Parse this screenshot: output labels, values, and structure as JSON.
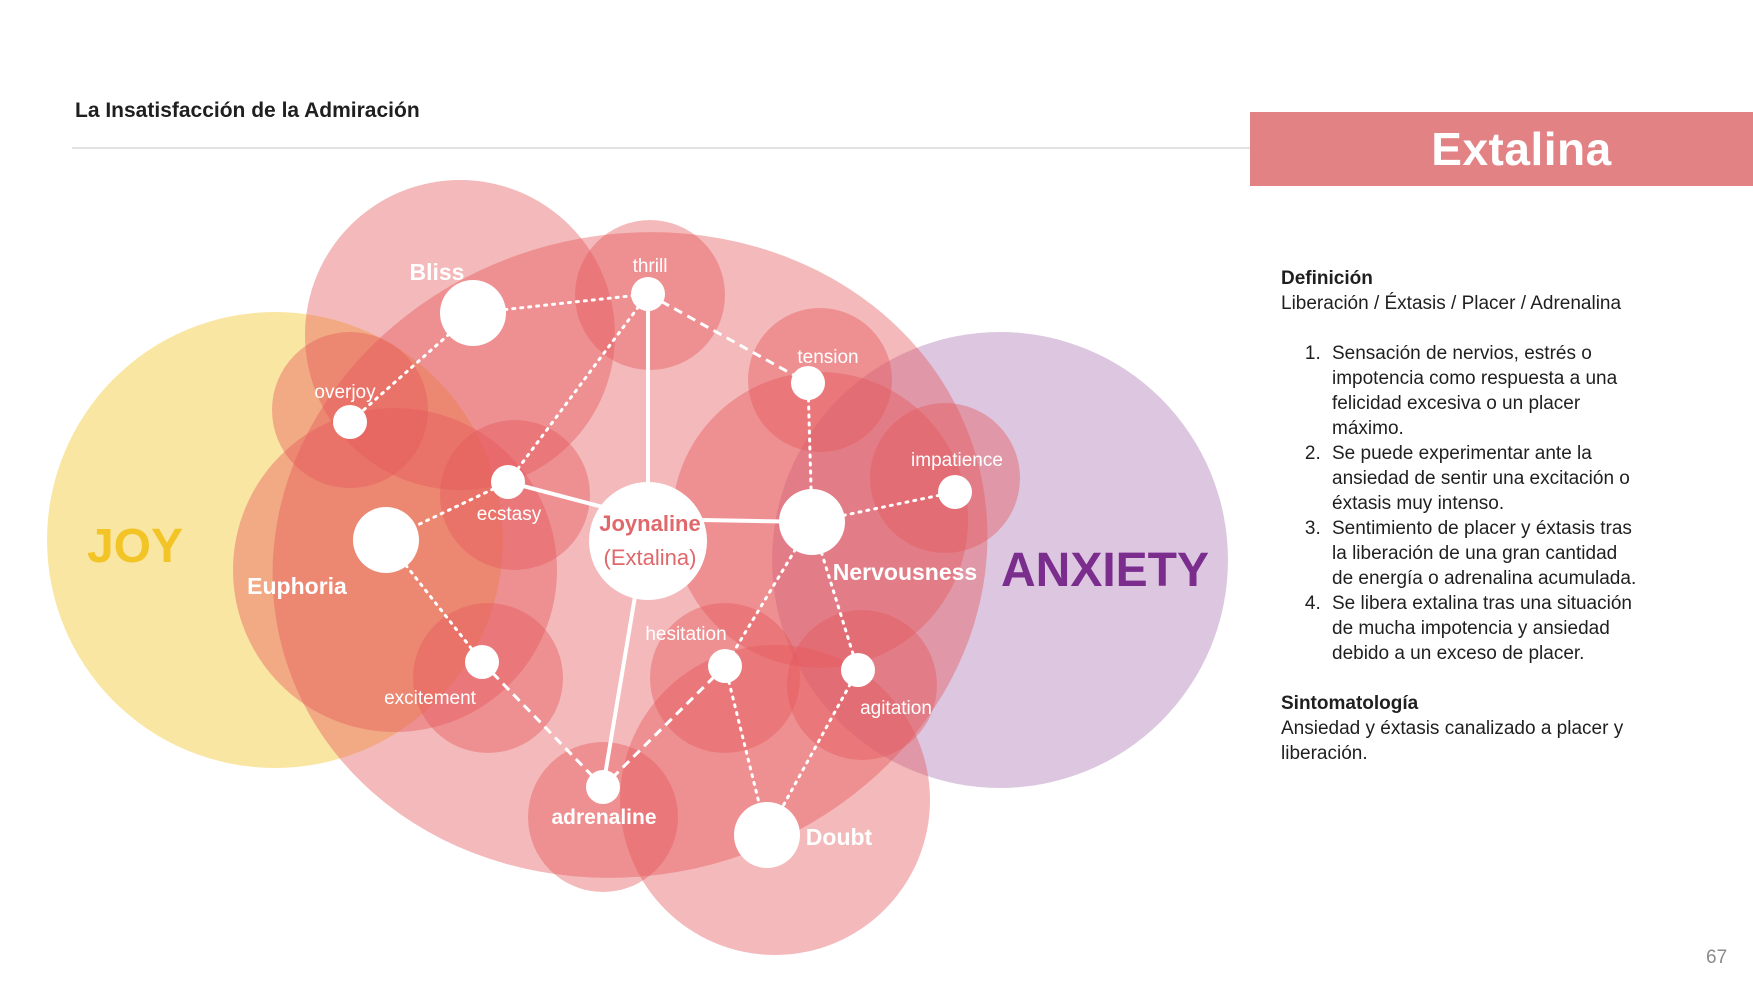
{
  "header": {
    "title": "La Insatisfacción de la Admiración"
  },
  "banner": {
    "title": "Extalina"
  },
  "diagram": {
    "big_labels": {
      "joy": "JOY",
      "anxiety": "ANXIETY"
    },
    "center": {
      "line1": "Joynaline",
      "line2": "(Extalina)"
    },
    "nodes": {
      "bliss": "Bliss",
      "thrill": "thrill",
      "tension": "tension",
      "overjoy": "overjoy",
      "impatience": "impatience",
      "ecstasy": "ecstasy",
      "euphoria": "Euphoria",
      "nervousness": "Nervousness",
      "hesitation": "hesitation",
      "excitement": "excitement",
      "agitation": "agitation",
      "adrenaline": "adrenaline",
      "doubt": "Doubt"
    },
    "colors": {
      "joy": "#fae6a3",
      "anxiety": "#dcc6e0",
      "cluster": "#e5575a",
      "joy_text": "#f2c425",
      "anxiety_text": "#7b2d8e",
      "center_text": "#e0676a"
    }
  },
  "panel": {
    "definicion_heading": "Definición",
    "definicion_text": "Liberación / Éxtasis / Placer / Adrenalina",
    "items": [
      "Sensación de nervios, estrés o impotencia como respuesta a una felicidad excesiva o un placer máximo.",
      "Se puede experimentar ante la ansiedad de sentir una excitación o éxtasis muy intenso.",
      "Sentimiento de placer y éxtasis tras la liberación de una gran cantidad de energía o adrenalina acumulada.",
      "Se libera extalina tras una situación de mucha impotencia y ansiedad debido a un exceso de placer."
    ],
    "sintomatologia_heading": "Sintomatología",
    "sintomatologia_text": "Ansiedad y éxtasis canalizado a placer y liberación."
  },
  "footer": {
    "page_number": "67"
  }
}
